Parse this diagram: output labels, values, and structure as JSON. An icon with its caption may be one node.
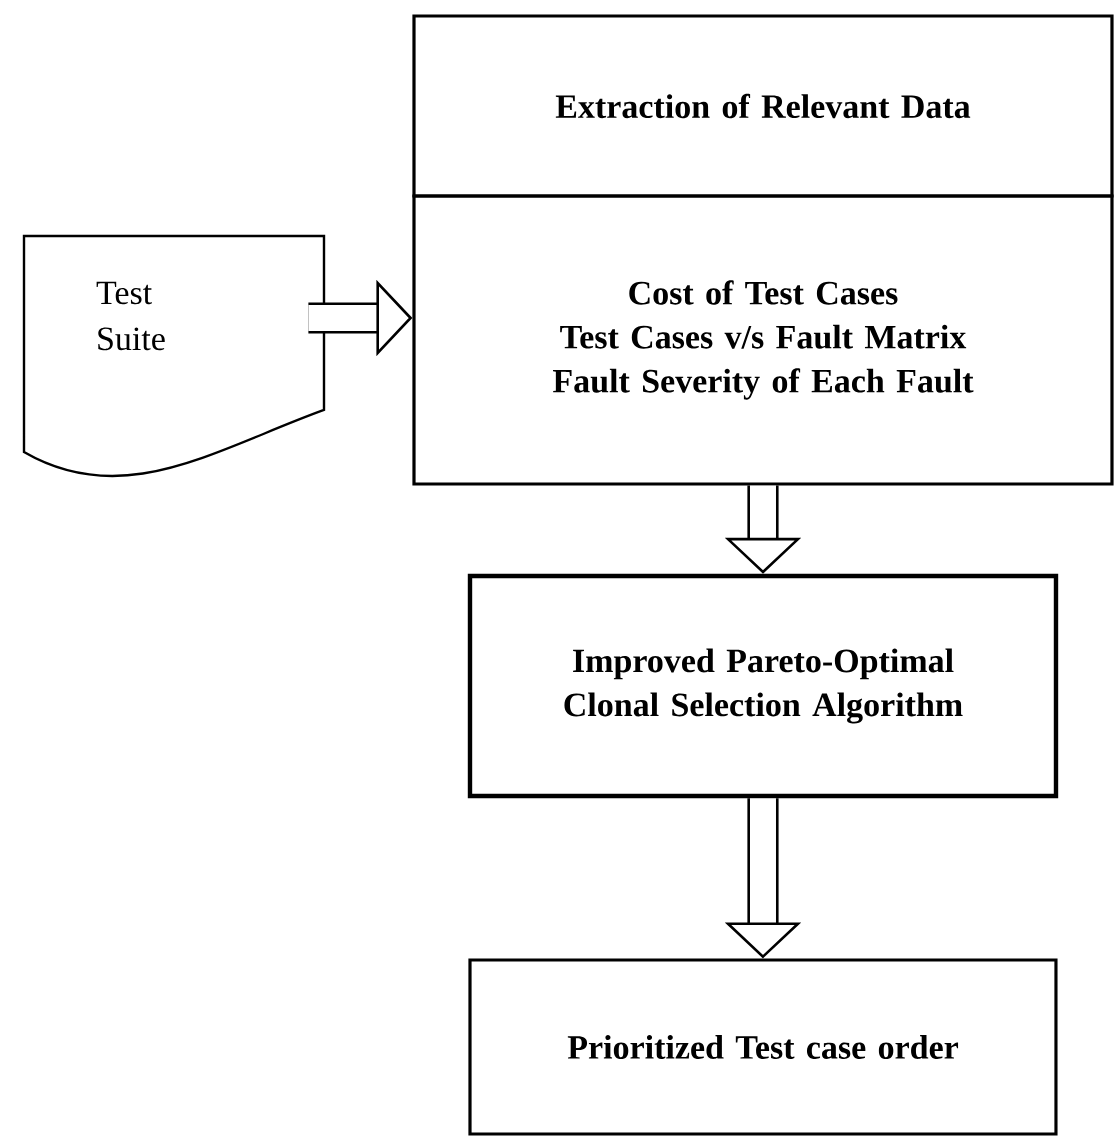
{
  "diagram": {
    "nodes": [
      {
        "text": [
          "Test Suite"
        ]
      },
      {
        "text": [
          "Extraction of Relevant Data"
        ]
      },
      {
        "text": [
          "Cost of Test Cases",
          "Test Cases v/s Fault Matrix",
          "Fault Severity of Each Fault"
        ]
      },
      {
        "text": [
          "Improved Pareto-Optimal Clonal Selection Algorithm"
        ]
      },
      {
        "text": [
          "Prioritized Test case order"
        ]
      }
    ],
    "edges": [
      {
        "from": 0,
        "to": 2,
        "arrow": "to"
      },
      {
        "from": 2,
        "to": 3,
        "arrow": "to"
      },
      {
        "from": 3,
        "to": 4,
        "arrow": "to"
      }
    ]
  }
}
